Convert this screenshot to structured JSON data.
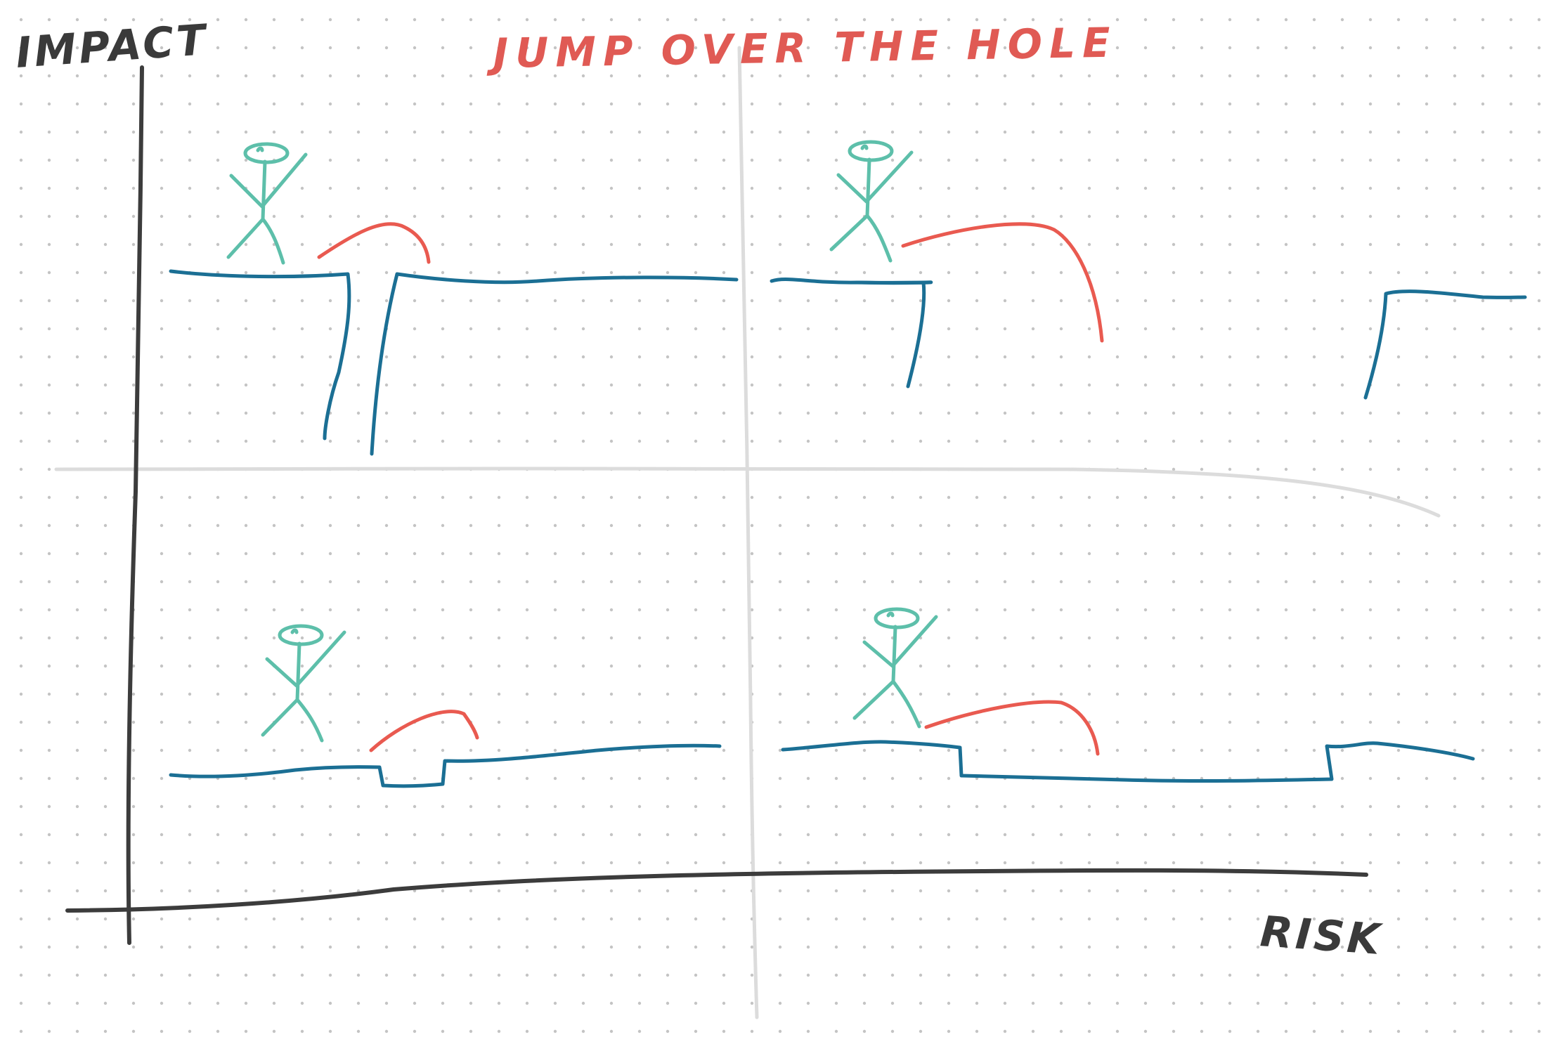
{
  "title": "JUMP OVER THE HOLE",
  "y_axis_label": "IMPACT",
  "x_axis_label": "RISK",
  "colors": {
    "title": "#e05a54",
    "ground": "#1b6f94",
    "jump_arc": "#e95a50",
    "person": "#5dbfaa",
    "axis": "#3c3c3c",
    "divider": "#dcdcdc",
    "dot_grid": "#c4c4c4"
  },
  "quadrants": [
    {
      "id": "high-impact-low-risk",
      "hole": "narrow-deep",
      "icon": "stick-figure"
    },
    {
      "id": "high-impact-high-risk",
      "hole": "wide-deep",
      "icon": "stick-figure"
    },
    {
      "id": "low-impact-low-risk",
      "hole": "narrow-shallow",
      "icon": "stick-figure"
    },
    {
      "id": "low-impact-high-risk",
      "hole": "wide-shallow",
      "icon": "stick-figure"
    }
  ]
}
